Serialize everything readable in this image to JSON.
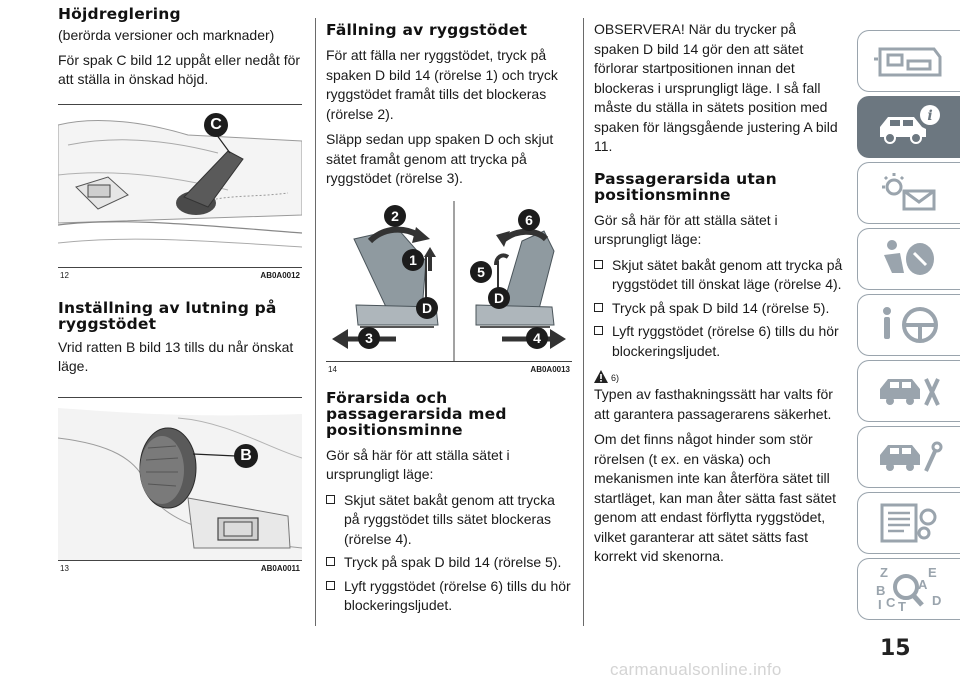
{
  "col1": {
    "heading1": "Höjdreglering",
    "para1": "(berörda versioner och marknader)",
    "para2": "För spak C bild 12 uppåt eller nedåt för att ställa in önskad höjd.",
    "fig12": {
      "number": "12",
      "code": "AB0A0012",
      "label": "C"
    },
    "heading2": "Inställning av lutning på ryggstödet",
    "para3": "Vrid ratten B bild 13 tills du når önskat läge.",
    "fig13": {
      "number": "13",
      "code": "AB0A0011",
      "label": "B"
    }
  },
  "col2": {
    "heading1": "Fällning av ryggstödet",
    "para1": "För att fälla ner ryggstödet, tryck på spaken D bild 14 (rörelse 1) och tryck ryggstödet framåt tills det blockeras (rörelse 2).",
    "para2": "Släpp sedan upp spaken D och skjut sätet framåt genom att trycka på ryggstödet (rörelse 3).",
    "fig14": {
      "number": "14",
      "code": "AB0A0013",
      "labels": [
        "2",
        "1",
        "D",
        "3",
        "6",
        "5",
        "D",
        "4"
      ]
    },
    "heading2": "Förarsida och passagerarsida med positionsminne",
    "para3": "Gör så här för att ställa sätet i ursprungligt läge:",
    "bullets": [
      "Skjut sätet bakåt genom att trycka på ryggstödet tills sätet blockeras (rörelse 4).",
      "Tryck på spak D bild 14 (rörelse 5).",
      "Lyft ryggstödet (rörelse 6) tills du hör blockeringsljudet."
    ]
  },
  "col3": {
    "para1": "OBSERVERA! När du trycker på spaken D bild 14 gör den att sätet förlorar startpositionen innan det blockeras i ursprungligt läge. I så fall måste du ställa in sätets position med spaken för längsgående justering A bild 11.",
    "heading1": "Passagerarsida utan positionsminne",
    "para2": "Gör så här för att ställa sätet i ursprungligt läge:",
    "bullets": [
      "Skjut sätet bakåt genom att trycka på ryggstödet till önskat läge (rörelse 4).",
      "Tryck på spak D bild 14 (rörelse 5).",
      "Lyft ryggstödet (rörelse 6) tills du hör blockeringsljudet."
    ],
    "warning_ref": "6)",
    "para3": "Typen av fasthakningssätt har valts för att garantera passagerarens säkerhet.",
    "para4": "Om det finns något hinder som stör rörelsen (t ex. en väska) och mekanismen inte kan återföra sätet till startläget, kan man åter sätta fast sätet genom att endast förflytta ryggstödet, vilket garanterar att sätet sätts fast korrekt vid skenorna."
  },
  "sidebar": {
    "tabs": [
      {
        "name": "dashboard-car-icon",
        "active": false
      },
      {
        "name": "car-info-icon",
        "active": true
      },
      {
        "name": "warning-lights-icon",
        "active": false
      },
      {
        "name": "safety-airbag-icon",
        "active": false
      },
      {
        "name": "starting-driving-icon",
        "active": false
      },
      {
        "name": "emergency-car-icon",
        "active": false
      },
      {
        "name": "maintenance-icon",
        "active": false
      },
      {
        "name": "technical-data-icon",
        "active": false
      },
      {
        "name": "index-letters-icon",
        "active": false
      }
    ],
    "index_letters": [
      "Z",
      "E",
      "A",
      "B",
      "C",
      "D",
      "I",
      "T"
    ]
  },
  "page_number": "15",
  "watermark": "carmanualsonline.info",
  "colors": {
    "tab_active": "#6c7780",
    "tab_border": "#9aa4ad",
    "label_badge": "#1c1c1c",
    "arrow": "#333333",
    "seat_fill": "#8f9aa0"
  }
}
